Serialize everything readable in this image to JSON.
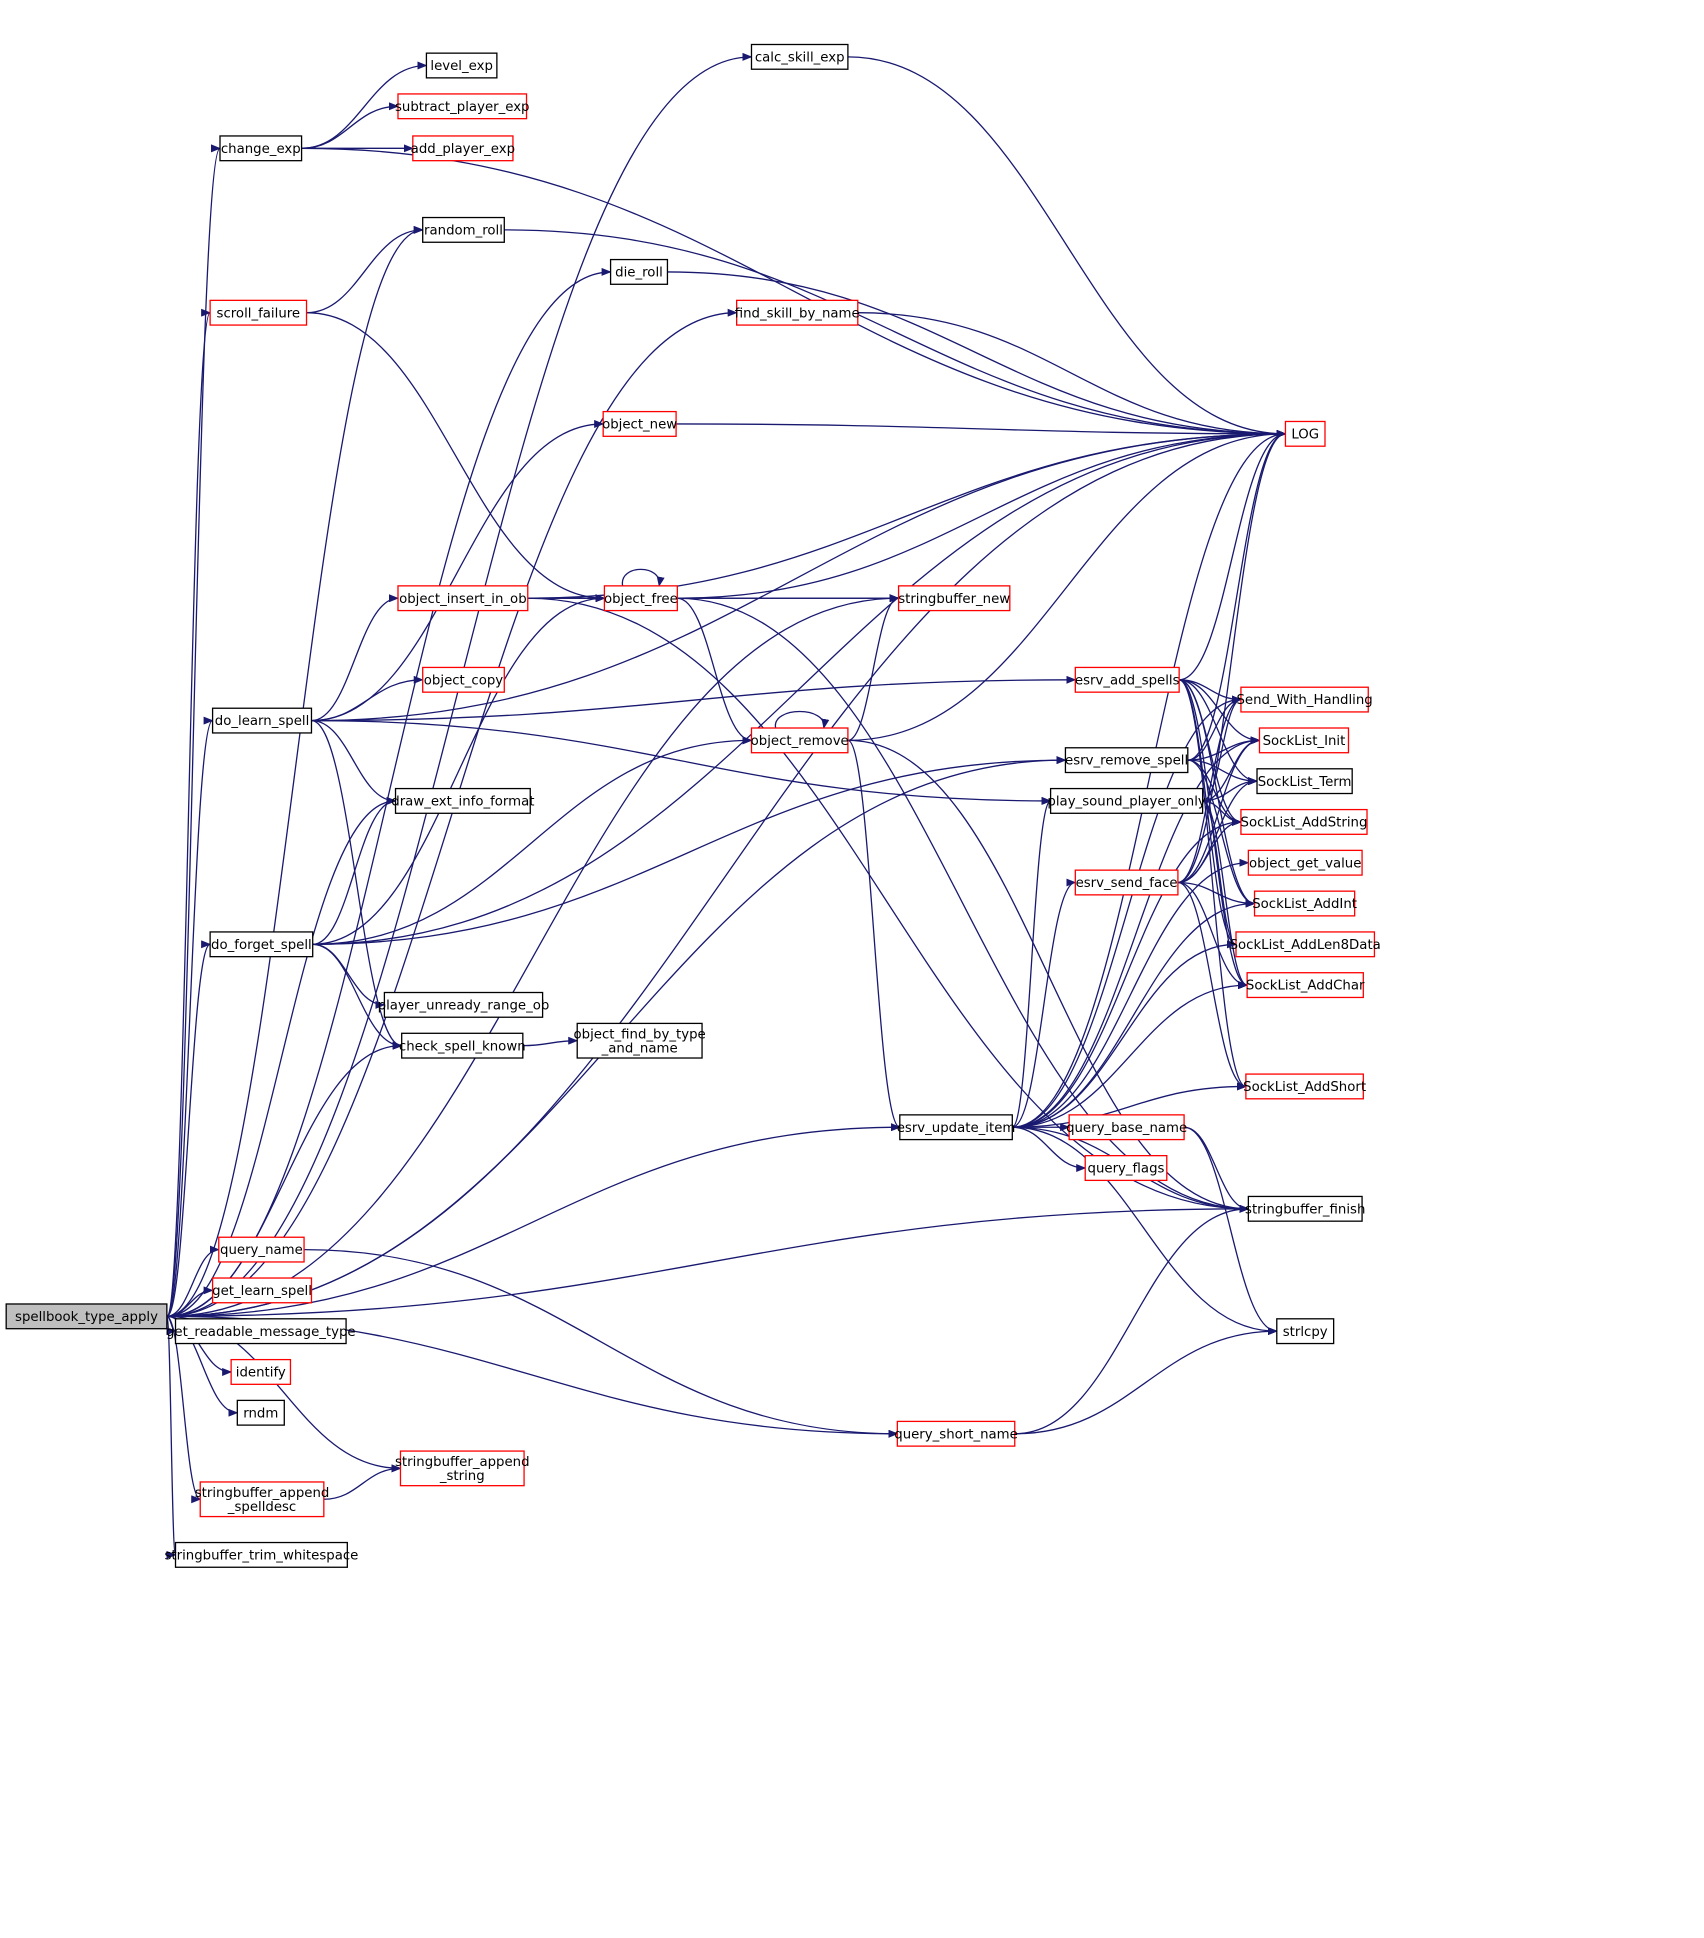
{
  "colors": {
    "edge": "#191970",
    "node_border_black": "#000000",
    "node_border_red": "#ff0000",
    "root_fill": "#bfbfbf"
  },
  "root": "spellbook_type_apply",
  "nodes": [
    {
      "id": "spellbook_type_apply",
      "label": [
        "spellbook_type_apply"
      ],
      "border": "black",
      "root": true
    },
    {
      "id": "calc_skill_exp",
      "label": [
        "calc_skill_exp"
      ],
      "border": "black"
    },
    {
      "id": "level_exp",
      "label": [
        "level_exp"
      ],
      "border": "black"
    },
    {
      "id": "subtract_player_exp",
      "label": [
        "subtract_player_exp"
      ],
      "border": "red"
    },
    {
      "id": "change_exp",
      "label": [
        "change_exp"
      ],
      "border": "black"
    },
    {
      "id": "add_player_exp",
      "label": [
        "add_player_exp"
      ],
      "border": "red"
    },
    {
      "id": "random_roll",
      "label": [
        "random_roll"
      ],
      "border": "black"
    },
    {
      "id": "die_roll",
      "label": [
        "die_roll"
      ],
      "border": "black"
    },
    {
      "id": "scroll_failure",
      "label": [
        "scroll_failure"
      ],
      "border": "red"
    },
    {
      "id": "find_skill_by_name",
      "label": [
        "find_skill_by_name"
      ],
      "border": "red"
    },
    {
      "id": "object_new",
      "label": [
        "object_new"
      ],
      "border": "red"
    },
    {
      "id": "LOG",
      "label": [
        "LOG"
      ],
      "border": "red"
    },
    {
      "id": "object_insert_in_ob",
      "label": [
        "object_insert_in_ob"
      ],
      "border": "red"
    },
    {
      "id": "object_free",
      "label": [
        "object_free"
      ],
      "border": "red"
    },
    {
      "id": "stringbuffer_new",
      "label": [
        "stringbuffer_new"
      ],
      "border": "red"
    },
    {
      "id": "object_copy",
      "label": [
        "object_copy"
      ],
      "border": "red"
    },
    {
      "id": "esrv_add_spells",
      "label": [
        "esrv_add_spells"
      ],
      "border": "red"
    },
    {
      "id": "Send_With_Handling",
      "label": [
        "Send_With_Handling"
      ],
      "border": "red"
    },
    {
      "id": "do_learn_spell",
      "label": [
        "do_learn_spell"
      ],
      "border": "black"
    },
    {
      "id": "object_remove",
      "label": [
        "object_remove"
      ],
      "border": "red"
    },
    {
      "id": "SockList_Init",
      "label": [
        "SockList_Init"
      ],
      "border": "red"
    },
    {
      "id": "esrv_remove_spell",
      "label": [
        "esrv_remove_spell"
      ],
      "border": "black"
    },
    {
      "id": "SockList_Term",
      "label": [
        "SockList_Term"
      ],
      "border": "black"
    },
    {
      "id": "draw_ext_info_format",
      "label": [
        "draw_ext_info_format"
      ],
      "border": "black"
    },
    {
      "id": "play_sound_player_only",
      "label": [
        "play_sound_player_only"
      ],
      "border": "black"
    },
    {
      "id": "SockList_AddString",
      "label": [
        "SockList_AddString"
      ],
      "border": "red"
    },
    {
      "id": "object_get_value",
      "label": [
        "object_get_value"
      ],
      "border": "red"
    },
    {
      "id": "esrv_send_face",
      "label": [
        "esrv_send_face"
      ],
      "border": "red"
    },
    {
      "id": "SockList_AddInt",
      "label": [
        "SockList_AddInt"
      ],
      "border": "red"
    },
    {
      "id": "do_forget_spell",
      "label": [
        "do_forget_spell"
      ],
      "border": "black"
    },
    {
      "id": "SockList_AddLen8Data",
      "label": [
        "SockList_AddLen8Data"
      ],
      "border": "red"
    },
    {
      "id": "SockList_AddChar",
      "label": [
        "SockList_AddChar"
      ],
      "border": "red"
    },
    {
      "id": "player_unready_range_ob",
      "label": [
        "player_unready_range_ob"
      ],
      "border": "black"
    },
    {
      "id": "check_spell_known",
      "label": [
        "check_spell_known"
      ],
      "border": "black"
    },
    {
      "id": "object_find_by_type_and_name",
      "label": [
        "object_find_by_type",
        "_and_name"
      ],
      "border": "black"
    },
    {
      "id": "SockList_AddShort",
      "label": [
        "SockList_AddShort"
      ],
      "border": "red"
    },
    {
      "id": "esrv_update_item",
      "label": [
        "esrv_update_item"
      ],
      "border": "black"
    },
    {
      "id": "query_base_name",
      "label": [
        "query_base_name"
      ],
      "border": "red"
    },
    {
      "id": "query_flags",
      "label": [
        "query_flags"
      ],
      "border": "red"
    },
    {
      "id": "stringbuffer_finish",
      "label": [
        "stringbuffer_finish"
      ],
      "border": "black"
    },
    {
      "id": "query_name",
      "label": [
        "query_name"
      ],
      "border": "red"
    },
    {
      "id": "get_learn_spell",
      "label": [
        "get_learn_spell"
      ],
      "border": "red"
    },
    {
      "id": "get_readable_message_type",
      "label": [
        "get_readable_message_type"
      ],
      "border": "black"
    },
    {
      "id": "strlcpy",
      "label": [
        "strlcpy"
      ],
      "border": "black"
    },
    {
      "id": "identify",
      "label": [
        "identify"
      ],
      "border": "red"
    },
    {
      "id": "rndm",
      "label": [
        "rndm"
      ],
      "border": "black"
    },
    {
      "id": "query_short_name",
      "label": [
        "query_short_name"
      ],
      "border": "red"
    },
    {
      "id": "stringbuffer_append_string",
      "label": [
        "stringbuffer_append",
        "_string"
      ],
      "border": "red"
    },
    {
      "id": "stringbuffer_append_spelldesc",
      "label": [
        "stringbuffer_append",
        "_spelldesc"
      ],
      "border": "red"
    },
    {
      "id": "stringbuffer_trim_whitespace",
      "label": [
        "stringbuffer_trim_whitespace"
      ],
      "border": "black"
    }
  ]
}
